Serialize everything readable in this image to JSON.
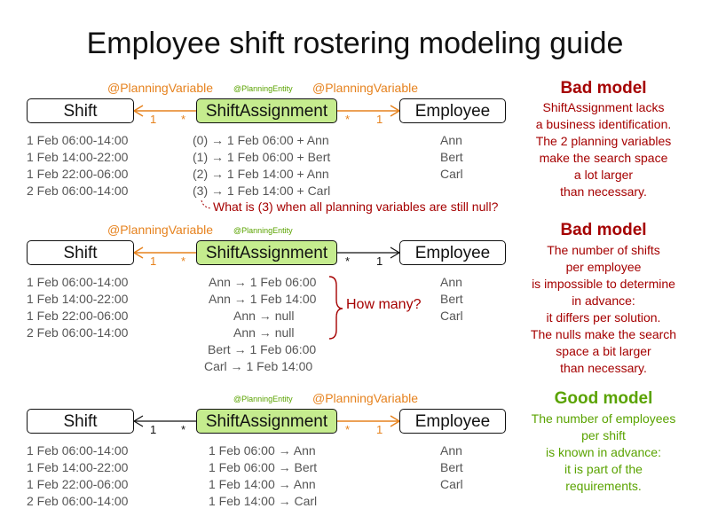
{
  "title": "Employee shift rostering modeling guide",
  "annotations": {
    "planning_variable": "@PlanningVariable",
    "planning_entity": "@PlanningEntity"
  },
  "classes": {
    "shift": "Shift",
    "assignment": "ShiftAssignment",
    "employee": "Employee"
  },
  "multiplicity": {
    "one": "1",
    "many": "*"
  },
  "colors": {
    "orange": "#e6821e",
    "green": "#5aa300",
    "dark_red": "#a50000",
    "box_green": "#c5ec8e"
  },
  "section1": {
    "shifts": [
      "1 Feb 06:00-14:00",
      "1 Feb 14:00-22:00",
      "1 Feb 22:00-06:00",
      "2 Feb 06:00-14:00"
    ],
    "assignments": [
      "(0) → 1 Feb 06:00 + Ann",
      "(1) → 1 Feb 06:00 + Bert",
      "(2) → 1 Feb 14:00 + Ann",
      "(3) → 1 Feb 14:00 + Carl"
    ],
    "employees": [
      "Ann",
      "Bert",
      "Carl"
    ],
    "question": "What is (3) when all planning variables are still null?",
    "verdict": "Bad model",
    "description": [
      "ShiftAssignment lacks",
      "a business identification.",
      "The 2 planning variables",
      "make the search space",
      "a lot larger",
      "than necessary."
    ]
  },
  "section2": {
    "shifts": [
      "1 Feb 06:00-14:00",
      "1 Feb 14:00-22:00",
      "1 Feb 22:00-06:00",
      "2 Feb 06:00-14:00"
    ],
    "assignments": [
      "Ann → 1 Feb 06:00",
      "Ann → 1 Feb 14:00",
      "Ann → null",
      "Ann → null",
      "Bert → 1 Feb 06:00",
      "Carl → 1 Feb 14:00"
    ],
    "employees": [
      "Ann",
      "Bert",
      "Carl"
    ],
    "how_many": "How many?",
    "verdict": "Bad model",
    "description": [
      "The number of shifts",
      "per employee",
      "is impossible to determine",
      "in advance:",
      "it differs per solution.",
      "The nulls make the search",
      "space a bit larger",
      "than necessary."
    ]
  },
  "section3": {
    "shifts": [
      "1 Feb 06:00-14:00",
      "1 Feb 14:00-22:00",
      "1 Feb 22:00-06:00",
      "2 Feb 06:00-14:00"
    ],
    "assignments": [
      "1 Feb 06:00 → Ann",
      "1 Feb 06:00 → Bert",
      "1 Feb 14:00 → Ann",
      "1 Feb 14:00 → Carl"
    ],
    "employees": [
      "Ann",
      "Bert",
      "Carl"
    ],
    "verdict": "Good model",
    "description": [
      "The number of employees",
      "per shift",
      "is known in advance:",
      "it is part of the",
      "requirements."
    ]
  }
}
